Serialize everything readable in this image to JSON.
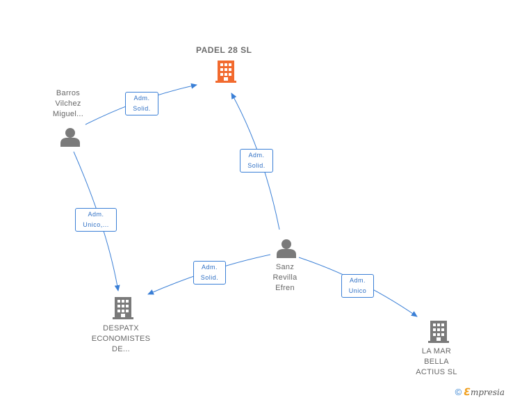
{
  "colors": {
    "edge": "#3a7fd6",
    "company_primary": "#f26a2e",
    "company": "#7a7a7a",
    "person": "#7a7a7a"
  },
  "nodes": {
    "padel": {
      "title": "PADEL 28  SL",
      "icon": "building-icon"
    },
    "barros": {
      "lines": [
        "Barros",
        "Vilchez",
        "Miguel..."
      ],
      "icon": "person-icon"
    },
    "sanz": {
      "lines": [
        "Sanz",
        "Revilla",
        "Efren"
      ],
      "icon": "person-icon"
    },
    "despatx": {
      "lines": [
        "DESPATX",
        "ECONOMISTES",
        "DE..."
      ],
      "icon": "building-icon"
    },
    "lamar": {
      "lines": [
        "LA MAR",
        "BELLA",
        "ACTIUS  SL"
      ],
      "icon": "building-icon"
    }
  },
  "edges": {
    "barros_padel": [
      "Adm.",
      "Solid."
    ],
    "sanz_padel": [
      "Adm.",
      "Solid."
    ],
    "barros_despatx": [
      "Adm.",
      "Unico,..."
    ],
    "sanz_despatx": [
      "Adm.",
      "Solid."
    ],
    "sanz_lamar": [
      "Adm.",
      "Unico"
    ]
  },
  "footer": {
    "copyright": "©",
    "brand_initial": "ℇ",
    "brand_rest": "mpresia"
  }
}
